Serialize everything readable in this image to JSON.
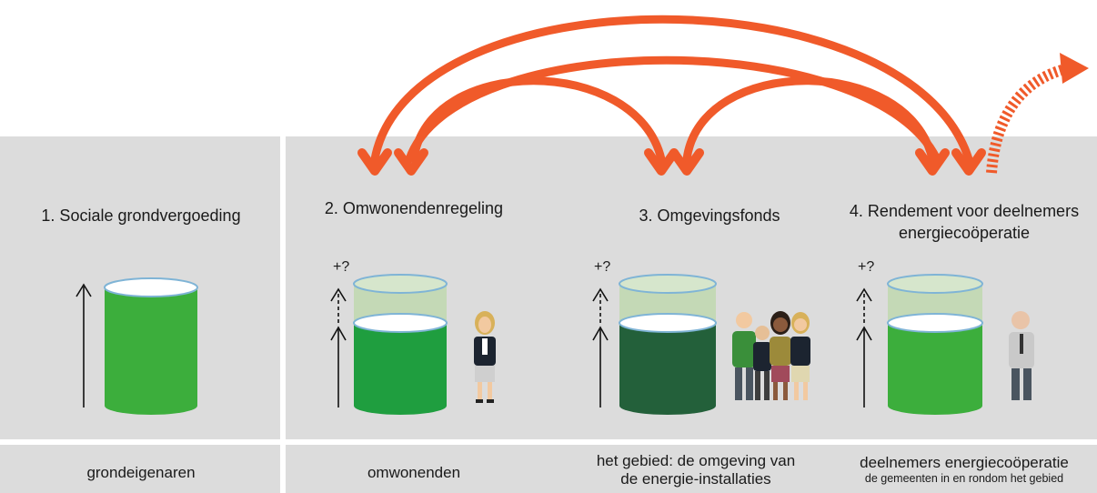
{
  "schemes": [
    {
      "title": "1. Sociale grondvergoeding",
      "plus": "",
      "recipient": "grondeigenaren",
      "recipient_sub": ""
    },
    {
      "title": "2. Omwonendenregeling",
      "plus": "+?",
      "recipient": "omwonenden",
      "recipient_sub": ""
    },
    {
      "title": "3. Omgevingsfonds",
      "plus": "+?",
      "recipient_line1": "het gebied: de omgeving van",
      "recipient_line2": "de energie-installaties",
      "recipient_sub": ""
    },
    {
      "title_line1": "4. Rendement voor deelnemers",
      "title_line2": "energiecoöperatie",
      "plus": "+?",
      "recipient": "deelnemers energiecoöperatie",
      "recipient_sub": "de gemeenten in en rondom het gebied"
    }
  ],
  "colors": {
    "panel": "#dcdcdc",
    "arrow": "#f05a2a",
    "cylinder_green": "#3cae3c",
    "cylinder_dark": "#23603a",
    "cylinder_light": "#b7d7a8"
  },
  "icons": [
    "up-arrow-icon",
    "dashed-up-arrow-icon",
    "cylinder-icon",
    "person-icon",
    "curved-arrow-icon"
  ]
}
